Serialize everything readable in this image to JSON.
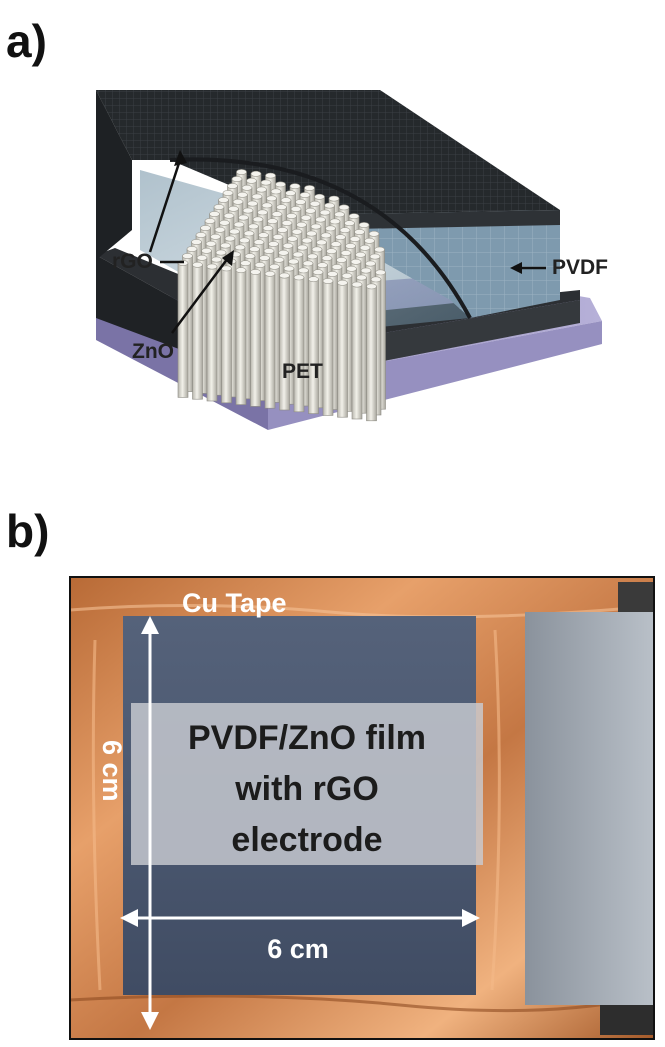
{
  "panel_a": {
    "label": "a)",
    "layers": {
      "rgo": "rGO",
      "zno": "ZnO",
      "pvdf": "PVDF",
      "pet": "PET"
    }
  },
  "panel_b": {
    "label": "b)",
    "cu_tape": "Cu Tape",
    "caption_lines": [
      "PVDF/ZnO film",
      "with rGO",
      "electrode"
    ],
    "width_label": "6 cm",
    "height_label": "6 cm"
  }
}
